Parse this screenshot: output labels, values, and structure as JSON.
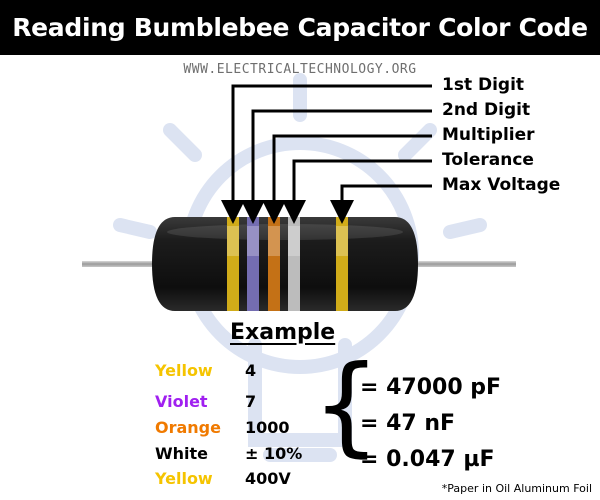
{
  "title": "Reading Bumblebee Capacitor Color Code",
  "website": "WWW.ELECTRICALTECHNOLOGY.ORG",
  "callouts": [
    "1st Digit",
    "2nd Digit",
    "Multiplier",
    "Tolerance",
    "Max Voltage"
  ],
  "bands": [
    {
      "name": "Yellow",
      "hex": "#FFD21F"
    },
    {
      "name": "Violet",
      "hex": "#8E86D8"
    },
    {
      "name": "Orange",
      "hex": "#F08A1C"
    },
    {
      "name": "White",
      "hex": "#E6E6E6"
    },
    {
      "name": "Yellow",
      "hex": "#FFD21F"
    }
  ],
  "example": {
    "heading": "Example",
    "rows": [
      {
        "color": "Yellow",
        "value": "4",
        "text_color": "#F5C400"
      },
      {
        "color": "Violet",
        "value": "7",
        "text_color": "#A020F0"
      },
      {
        "color": "Orange",
        "value": "1000",
        "text_color": "#F07A00"
      },
      {
        "color": "White",
        "value": "± 10%",
        "text_color": "#000000"
      },
      {
        "color": "Yellow",
        "value": "400V",
        "text_color": "#F5C400"
      }
    ],
    "results": [
      "= 47000 pF",
      "= 47 nF",
      "= 0.047 µF"
    ]
  },
  "footnote": "*Paper in Oil Aluminum Foil",
  "colors": {
    "title_bar": "#000000",
    "capacitor_body": "#1A1A1A",
    "watermark": "#DCE3F2"
  }
}
